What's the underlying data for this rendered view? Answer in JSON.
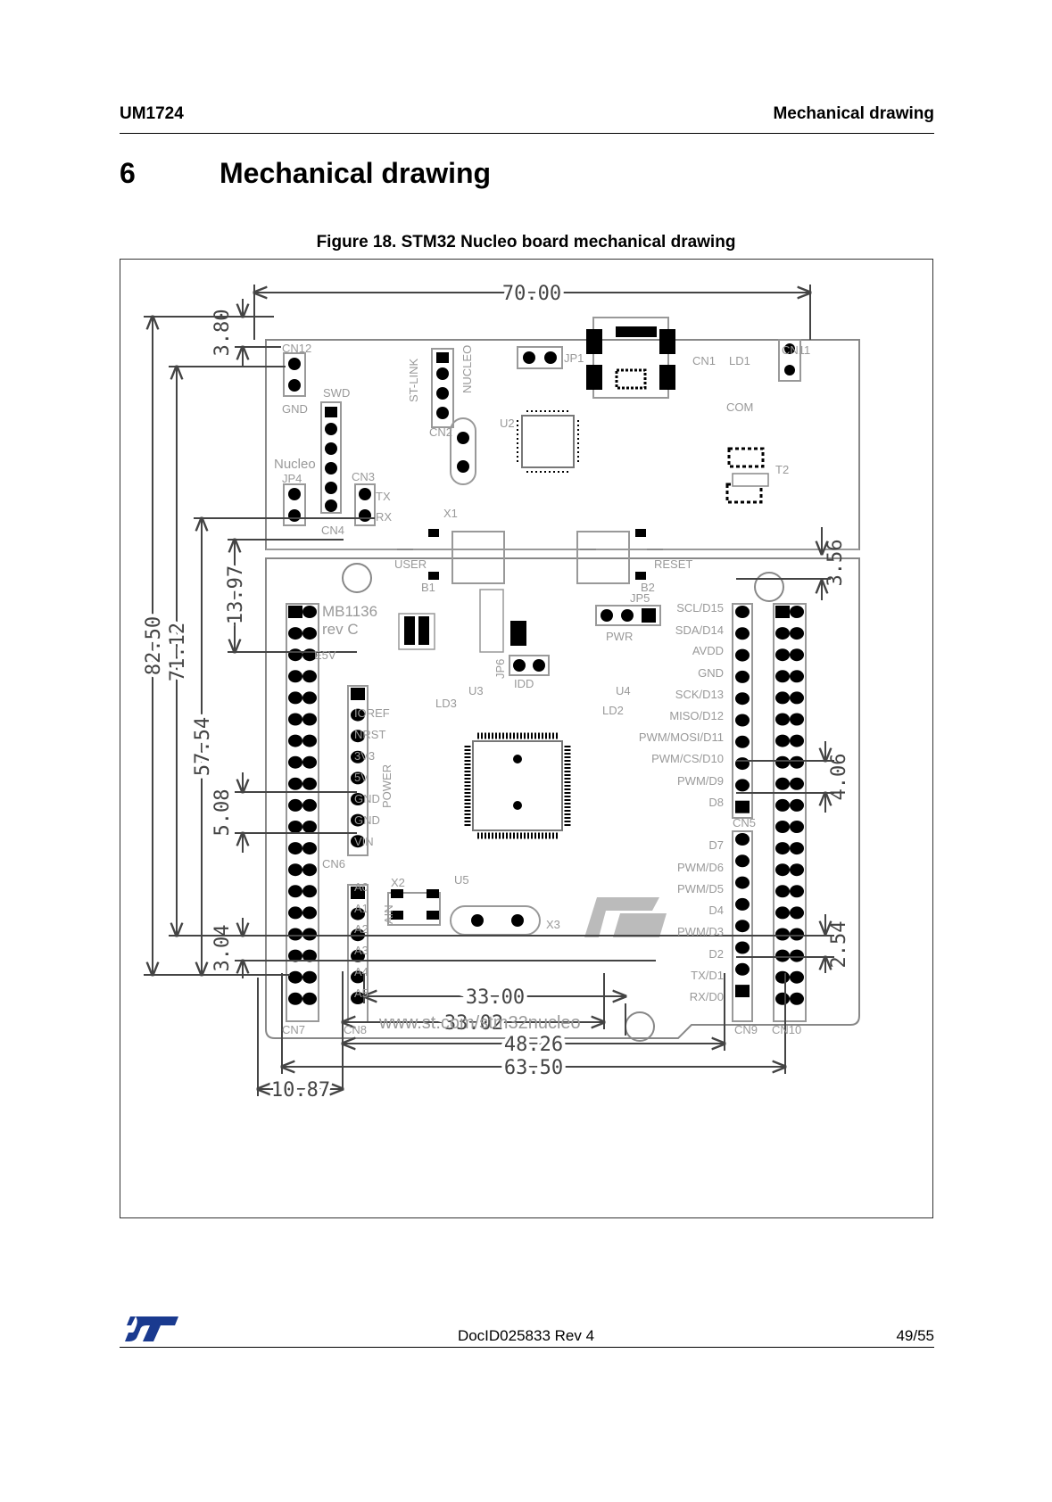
{
  "header": {
    "doc_id": "UM1724",
    "section": "Mechanical drawing"
  },
  "section": {
    "number": "6",
    "title": "Mechanical drawing"
  },
  "figure": {
    "caption": "Figure 18. STM32 Nucleo board mechanical drawing",
    "dimensions": {
      "width_top": "70.00",
      "overall_height": "82.50",
      "height_7112": "71.12",
      "height_5754": "57.54",
      "d_1397": "13.97",
      "d_380": "3.80",
      "d_508": "5.08",
      "d_304": "3.04",
      "d_356": "3.56",
      "d_406": "4.06",
      "d_254": "2.54",
      "w_3300": "33.00",
      "w_3302": "33.02",
      "w_4826": "48.26",
      "w_6350": "63.50",
      "w_1087": "10.87"
    },
    "board_labels": {
      "cn12": "CN12",
      "gnd": "GND",
      "swd": "SWD",
      "nucleo": "Nucleo",
      "jp4": "JP4",
      "cn4": "CN4",
      "cn3": "CN3",
      "tx": "TX",
      "rx": "RX",
      "st_link": "ST-LINK",
      "nucleo_v": "NUCLEO",
      "cn2": "CN2",
      "x1": "X1",
      "u2": "U2",
      "jp1": "JP1",
      "cn1": "CN1",
      "ld1": "LD1",
      "cn11": "CN11",
      "com": "COM",
      "t2": "T2",
      "user": "USER",
      "reset": "RESET",
      "b1": "B1",
      "b2": "B2",
      "mb": "MB1136",
      "rev": "rev C",
      "e5v": "E5V",
      "ioref": "IOREF",
      "nrst": "NRST",
      "v33": "3V3",
      "v5": "5V",
      "gnd2": "GND",
      "gnd3": "GND",
      "vin": "VIN",
      "power": "POWER",
      "cn6": "CN6",
      "cn7": "CN7",
      "cn8": "CN8",
      "a0": "A0",
      "a1": "A1",
      "a2": "A2",
      "a3": "A3",
      "a4": "A4",
      "a5": "A5",
      "ain": "AIN",
      "u3": "U3",
      "u5": "U5",
      "u4": "U4",
      "ld3": "LD3",
      "ld2": "LD2",
      "x2": "X2",
      "x3": "X3",
      "idd": "IDD",
      "jp6": "JP6",
      "jp5": "JP5",
      "pwr": "PWR",
      "scl": "SCL/D15",
      "sda": "SDA/D14",
      "avdd": "AVDD",
      "gnd4": "GND",
      "sck": "SCK/D13",
      "miso": "MISO/D12",
      "mosi": "PWM/MOSI/D11",
      "cs": "PWM/CS/D10",
      "d9": "PWM/D9",
      "d8": "D8",
      "cn5": "CN5",
      "d7": "D7",
      "d6": "PWM/D6",
      "d5": "PWM/D5",
      "d4": "D4",
      "d3": "PWM/D3",
      "d2": "D2",
      "d1": "TX/D1",
      "d0": "RX/D0",
      "cn9": "CN9",
      "cn10": "CN10",
      "url": "www.st.com/stm32nucleo"
    }
  },
  "footer": {
    "doc_ref": "DocID025833 Rev 4",
    "page": "49/55",
    "logo": "st-logo"
  }
}
